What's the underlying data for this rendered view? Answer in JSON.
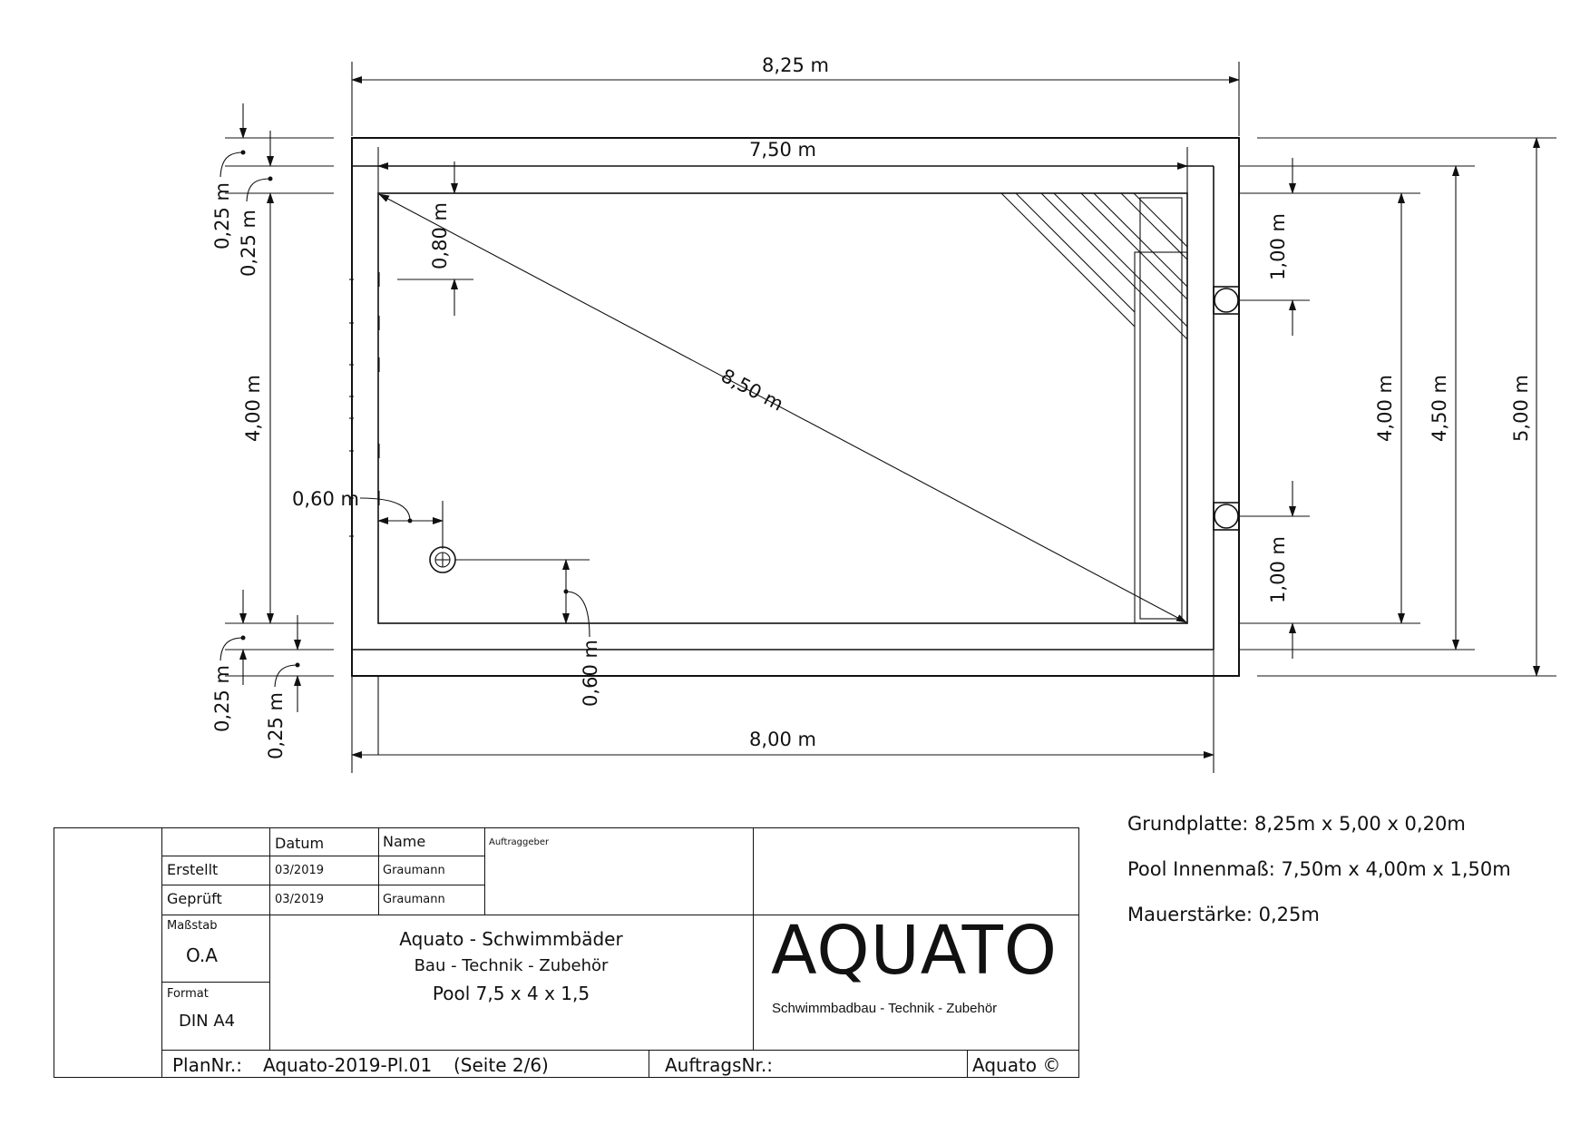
{
  "dimensions": {
    "total_width": "8,25 m",
    "inner_length": "7,50 m",
    "outer_length": "8,00 m",
    "diagonal": "8,50 m",
    "wall_top_left_a": "0,25 m",
    "wall_top_left_b": "0,25 m",
    "wall_bottom_left_a": "0,25 m",
    "wall_bottom_left_b": "0,25 m",
    "inner_width_left": "4,00 m",
    "inner_width_right": "4,00 m",
    "outer_width": "4,50 m",
    "total_depth": "5,00 m",
    "skimmer_offset_top": "1,00 m",
    "skimmer_offset_bottom": "1,00 m",
    "step_offset": "0,80 m",
    "nozzle_offset_side": "0,60 m",
    "nozzle_offset_bottom": "0,60 m"
  },
  "notes": {
    "base_plate": "Grundplatte: 8,25m x 5,00 x 0,20m",
    "pool_inner": "Pool Innenmaß: 7,50m x 4,00m x 1,50m",
    "wall_thickness": "Mauerstärke: 0,25m"
  },
  "title_block": {
    "col_date": "Datum",
    "col_name": "Name",
    "client_label": "Auftraggeber",
    "created_label": "Erstellt",
    "created_date": "03/2019",
    "created_name": "Graumann",
    "checked_label": "Geprüft",
    "checked_date": "03/2019",
    "checked_name": "Graumann",
    "scale_label": "Maßstab",
    "scale_value": "O.A",
    "format_label": "Format",
    "format_value": "DIN A4",
    "company": "Aquato - Schwimmbäder",
    "tagline": "Bau - Technik - Zubehör",
    "project": "Pool 7,5 x 4 x 1,5",
    "logo": "AQUATO",
    "logo_sub": "Schwimmbadbau - Technik - Zubehör",
    "plan_label": "PlanNr.:",
    "plan_value": "Aquato-2019-Pl.01",
    "page_info": "(Seite 2/6)",
    "order_label": "AuftragsNr.:",
    "copyright": "Aquato ©"
  }
}
